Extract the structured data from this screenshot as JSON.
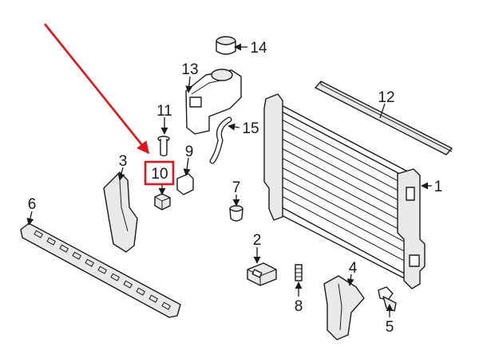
{
  "diagram": {
    "callouts": [
      {
        "id": "1",
        "label": "1"
      },
      {
        "id": "2",
        "label": "2"
      },
      {
        "id": "3",
        "label": "3"
      },
      {
        "id": "4",
        "label": "4"
      },
      {
        "id": "5",
        "label": "5"
      },
      {
        "id": "6",
        "label": "6"
      },
      {
        "id": "7",
        "label": "7"
      },
      {
        "id": "8",
        "label": "8"
      },
      {
        "id": "9",
        "label": "9"
      },
      {
        "id": "10",
        "label": "10"
      },
      {
        "id": "11",
        "label": "11"
      },
      {
        "id": "12",
        "label": "12"
      },
      {
        "id": "13",
        "label": "13"
      },
      {
        "id": "14",
        "label": "14"
      },
      {
        "id": "15",
        "label": "15"
      }
    ],
    "highlighted_callout": "10",
    "colors": {
      "highlight": "#e0141b",
      "line": "#1a1a1a",
      "background": "#ffffff"
    }
  }
}
